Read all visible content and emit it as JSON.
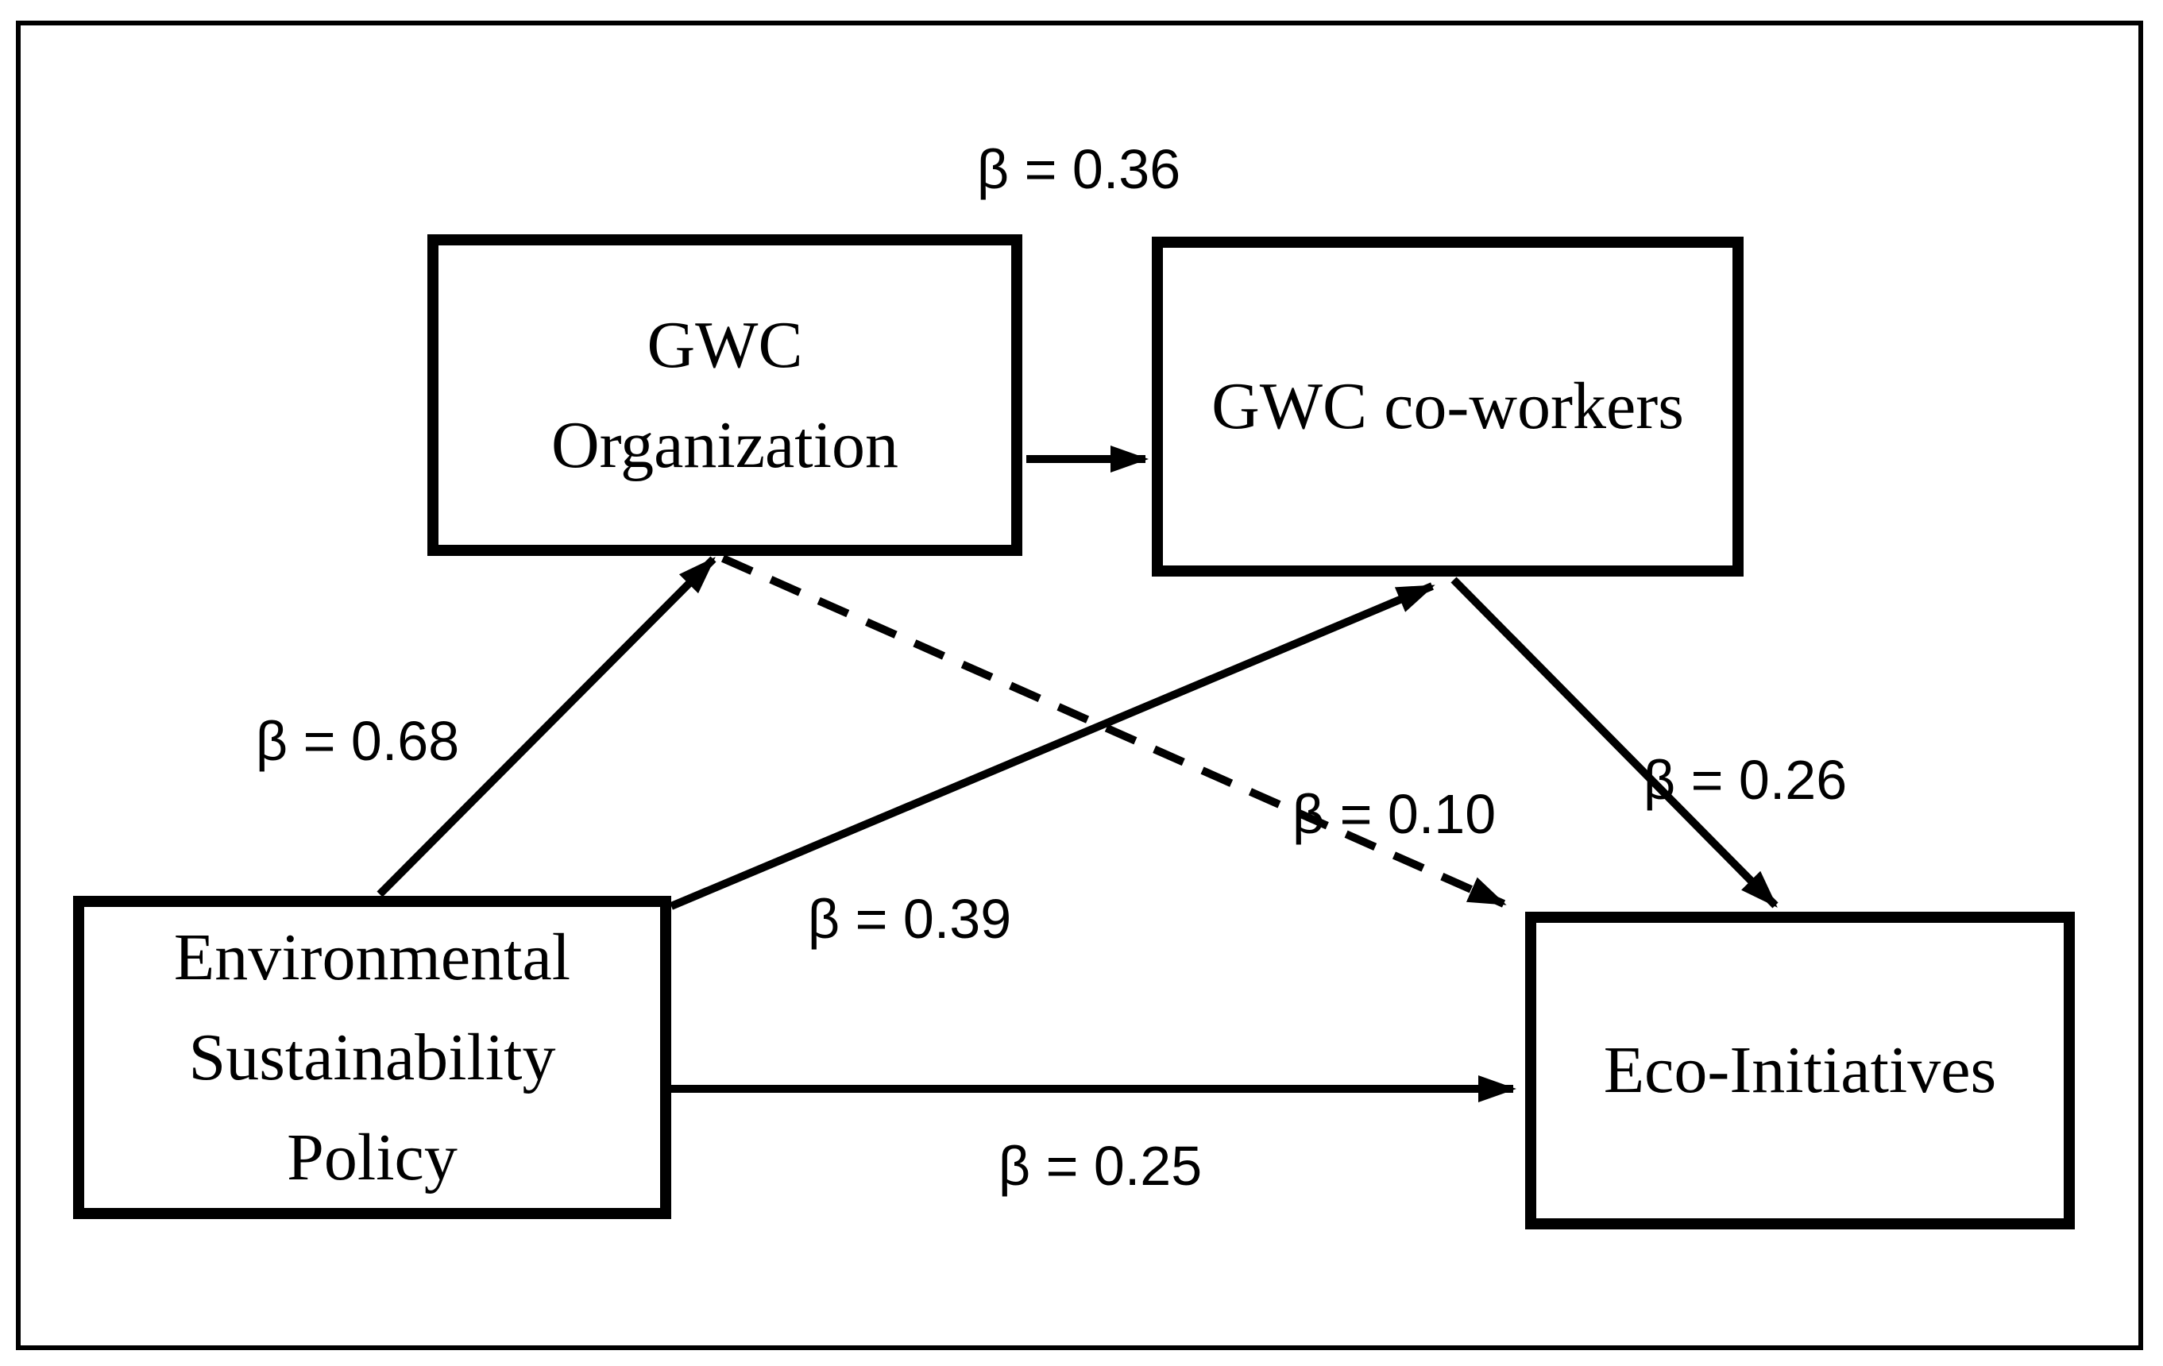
{
  "diagram": {
    "type": "path-model",
    "background_color": "#ffffff",
    "line_color": "#000000",
    "nodes": [
      {
        "id": "gwc-organization",
        "label_lines": [
          "GWC",
          "Organization"
        ]
      },
      {
        "id": "gwc-coworkers",
        "label_lines": [
          "GWC co-workers"
        ]
      },
      {
        "id": "environmental-sustainability-policy",
        "label_lines": [
          "Environmental",
          "Sustainability",
          "Policy"
        ]
      },
      {
        "id": "eco-initiatives",
        "label_lines": [
          "Eco-Initiatives"
        ]
      }
    ],
    "edges": [
      {
        "from": "gwc-organization",
        "to": "gwc-coworkers",
        "label": "β = 0.36",
        "style": "solid"
      },
      {
        "from": "environmental-sustainability-policy",
        "to": "gwc-organization",
        "label": "β = 0.68",
        "style": "solid"
      },
      {
        "from": "environmental-sustainability-policy",
        "to": "gwc-coworkers",
        "label": "β = 0.39",
        "style": "solid"
      },
      {
        "from": "gwc-organization",
        "to": "eco-initiatives",
        "label": "β = 0.10",
        "style": "dashed"
      },
      {
        "from": "gwc-coworkers",
        "to": "eco-initiatives",
        "label": "β = 0.26",
        "style": "solid"
      },
      {
        "from": "environmental-sustainability-policy",
        "to": "eco-initiatives",
        "label": "β = 0.25",
        "style": "solid"
      }
    ]
  }
}
